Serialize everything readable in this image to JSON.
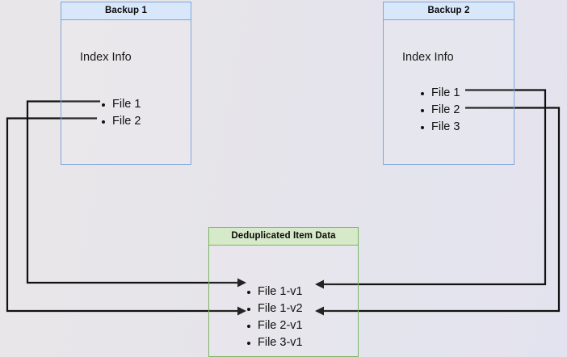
{
  "diagram": {
    "title": "Backup deduplication index diagram",
    "colors": {
      "blue_border": "#7ea6dc",
      "blue_header": "#d9e7fb",
      "green_border": "#7ab464",
      "green_header": "#d6e9c9",
      "canvas": "#e7e5e9",
      "wire": "#111111"
    }
  },
  "backup1": {
    "title": "Backup 1",
    "index_label": "Index Info",
    "files": [
      {
        "label": "File 1"
      },
      {
        "label": "File 2"
      }
    ]
  },
  "backup2": {
    "title": "Backup 2",
    "index_label": "Index Info",
    "files": [
      {
        "label": "File 1"
      },
      {
        "label": "File 2"
      },
      {
        "label": "File 3"
      }
    ]
  },
  "dedup": {
    "title": "Deduplicated Item Data",
    "items": [
      {
        "label": "File 1-v1"
      },
      {
        "label": "File 1-v2"
      },
      {
        "label": "File 2-v1"
      },
      {
        "label": "File 3-v1"
      }
    ]
  },
  "connections": [
    {
      "name": "backup1-file1-to-file1v1",
      "from": "Backup 1 / File 1",
      "to": "Deduplicated Item Data / File 1-v1",
      "direction": "left-route"
    },
    {
      "name": "backup1-file2-to-file2v1",
      "from": "Backup 1 / File 2",
      "to": "Deduplicated Item Data / File 2-v1",
      "direction": "left-route"
    },
    {
      "name": "backup2-file1-to-file1v2",
      "from": "Backup 2 / File 1",
      "to": "Deduplicated Item Data / File 1-v2",
      "direction": "right-route"
    },
    {
      "name": "backup2-file2-to-file2v1",
      "from": "Backup 2 / File 2",
      "to": "Deduplicated Item Data / File 2-v1",
      "direction": "right-route"
    }
  ]
}
